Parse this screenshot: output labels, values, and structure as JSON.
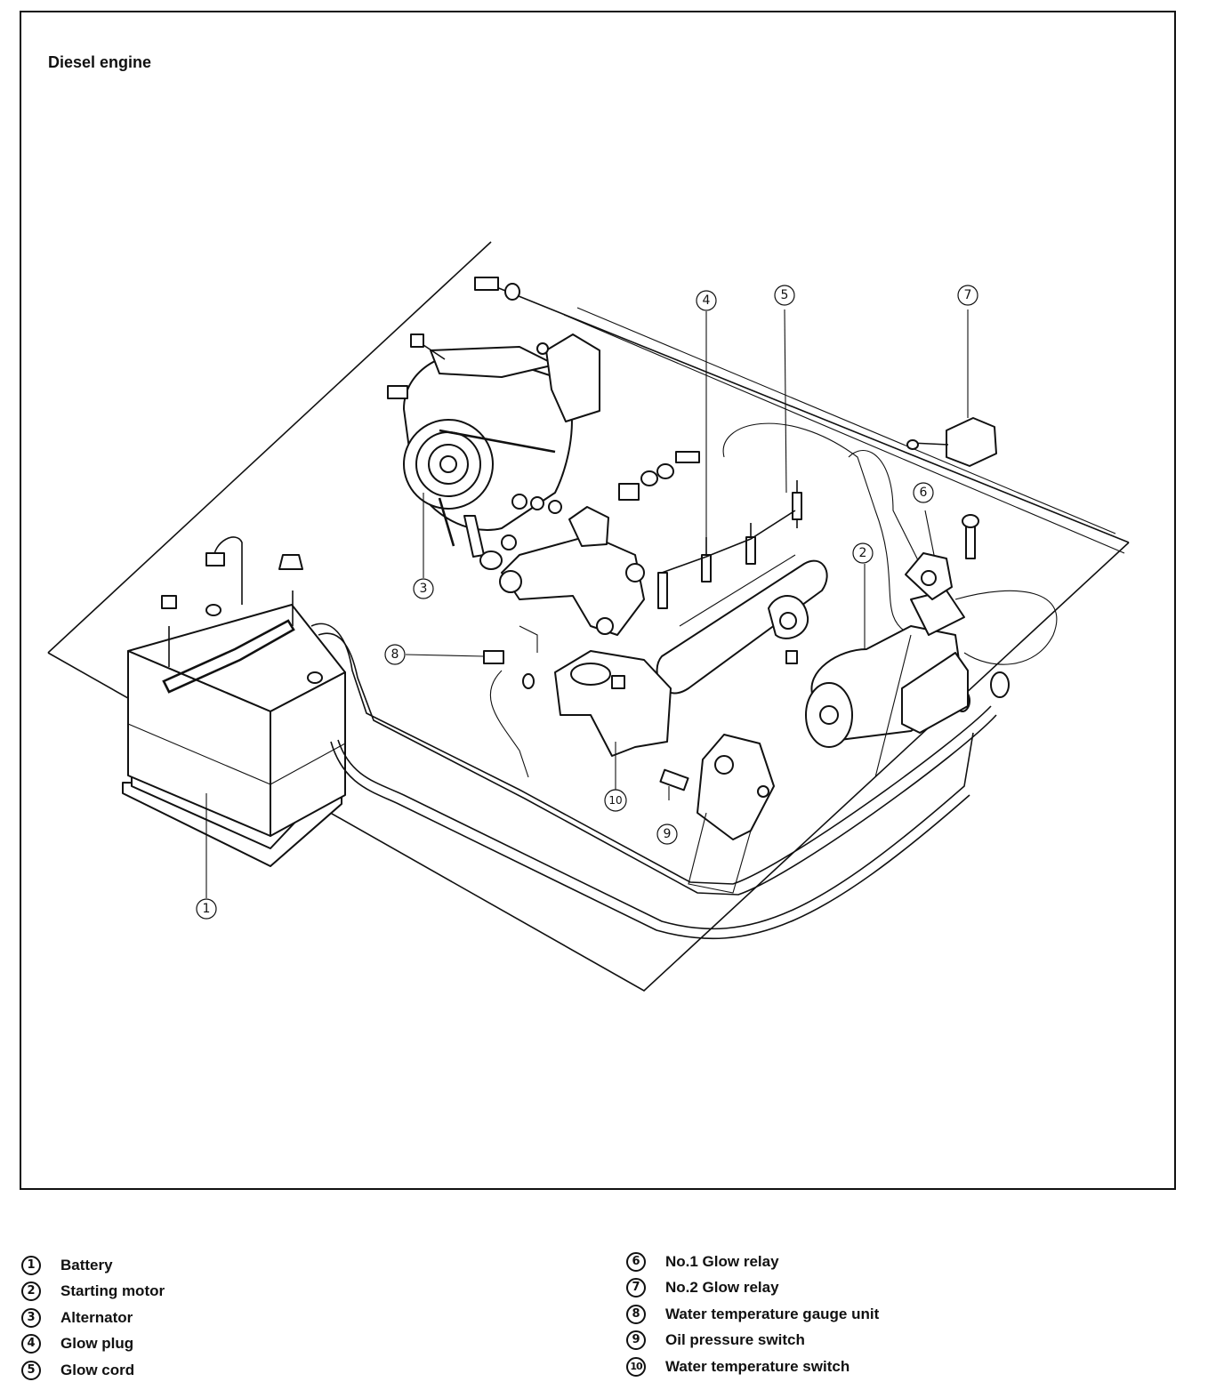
{
  "diagram": {
    "title": "Diesel engine",
    "callouts": [
      "1",
      "2",
      "3",
      "4",
      "5",
      "6",
      "7",
      "8",
      "9",
      "10"
    ]
  },
  "legend": {
    "left": [
      {
        "marker": "1",
        "label": "Battery"
      },
      {
        "marker": "2",
        "label": "Starting motor"
      },
      {
        "marker": "3",
        "label": "Alternator"
      },
      {
        "marker": "4",
        "label": "Glow plug"
      },
      {
        "marker": "5",
        "label": "Glow cord"
      }
    ],
    "right": [
      {
        "marker": "6",
        "label": "No.1 Glow relay"
      },
      {
        "marker": "7",
        "label": "No.2 Glow relay"
      },
      {
        "marker": "8",
        "label": "Water temperature gauge unit"
      },
      {
        "marker": "9",
        "label": "Oil pressure switch"
      },
      {
        "marker": "10",
        "label": "Water temperature switch"
      }
    ]
  }
}
